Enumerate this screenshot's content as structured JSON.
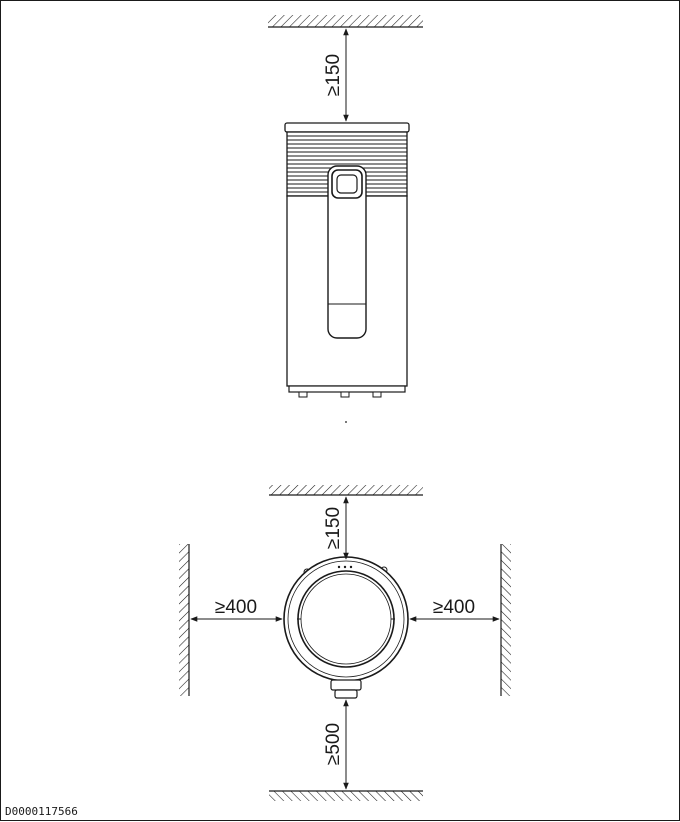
{
  "drawing": {
    "id": "D0000117566",
    "colors": {
      "line": "#1a1a1a",
      "background": "#ffffff"
    },
    "front_view": {
      "top_clearance": "≥150"
    },
    "top_view": {
      "front_clearance": "≥150",
      "left_clearance": "≥400",
      "right_clearance": "≥400",
      "rear_clearance": "≥500"
    }
  }
}
